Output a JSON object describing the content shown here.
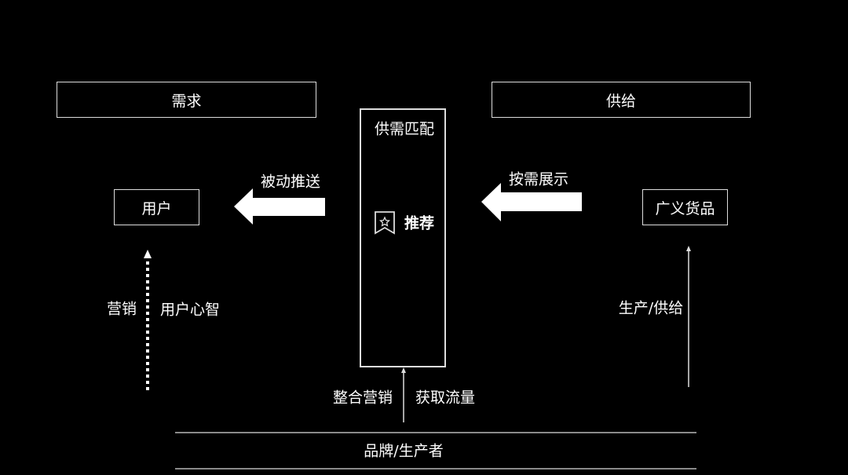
{
  "demand": "需求",
  "supply": "供给",
  "match": {
    "title": "供需匹配",
    "recommend": "推荐",
    "icon": "bookmark-star-icon"
  },
  "user": "用户",
  "goods": "广义货品",
  "passive_push": "被动推送",
  "show_on_demand": "按需展示",
  "marketing": "营销",
  "user_mind": "用户心智",
  "produce_supply": "生产/供给",
  "integrated_marketing": "整合营销",
  "acquire_traffic": "获取流量",
  "brand_producer": "品牌/生产者"
}
